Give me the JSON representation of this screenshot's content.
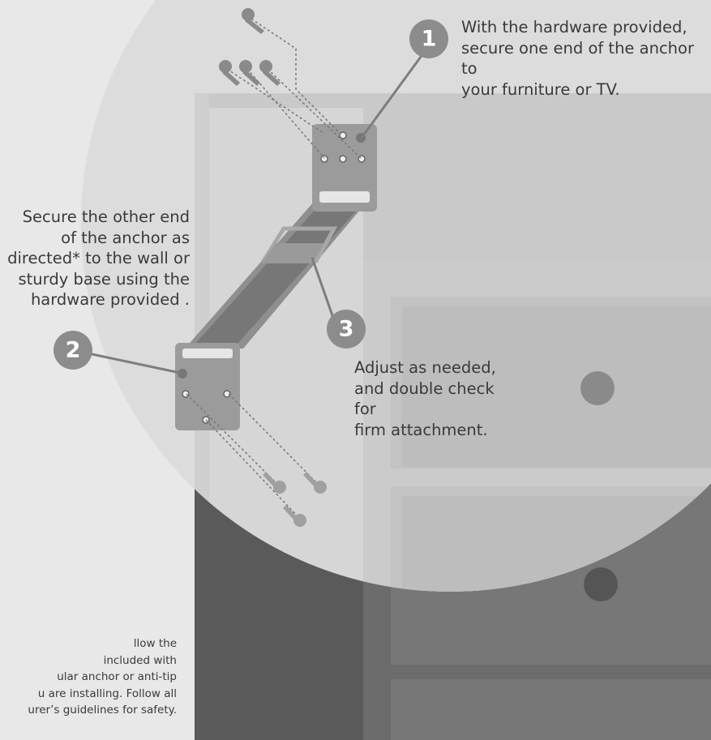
{
  "steps": [
    {
      "number": "1",
      "text": "With the hardware provided,\nsecure one end of the anchor to\nyour furniture or TV."
    },
    {
      "number": "2",
      "text": "Secure the other end\nof the anchor as\ndirected* to the wall or\nsturdy base using the\nhardware provided ."
    },
    {
      "number": "3",
      "text": "Adjust as needed,\nand double check for\nfirm attachment."
    }
  ],
  "footnote": "llow the\n included with\nular anchor or anti-tip\nu are installing. Follow all\nurer’s guidelines for safety.",
  "colors": {
    "background": "#e8e8e8",
    "circle_light": "#dadada",
    "dresser_dark": "#6f6f6f",
    "badge": "#8c8c8c",
    "text": "#3a3a3a"
  }
}
